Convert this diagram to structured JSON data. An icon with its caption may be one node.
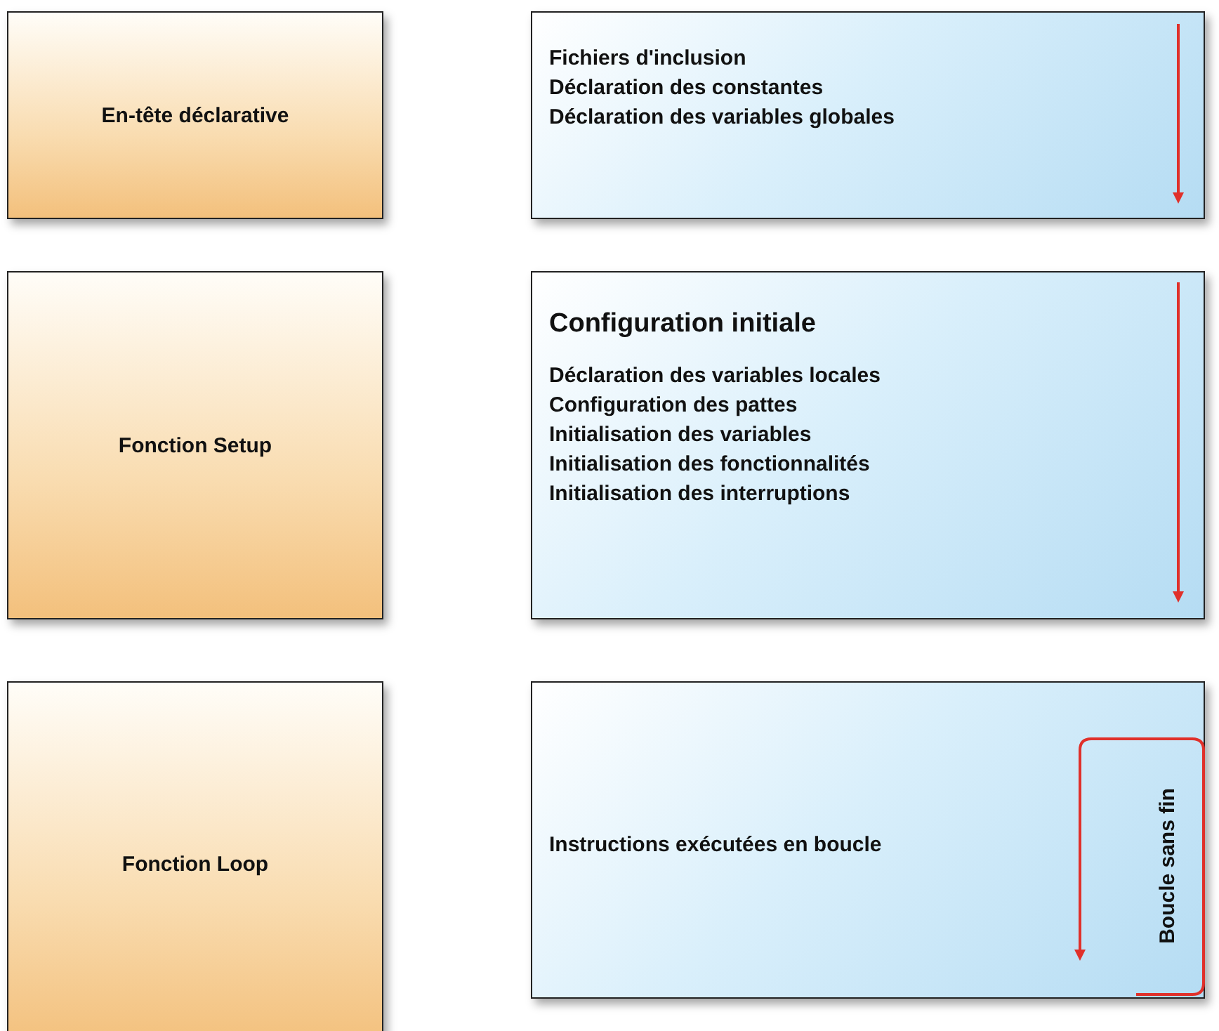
{
  "diagram": {
    "nodes": [
      {
        "text": [
          "En-tête déclarative"
        ]
      },
      {
        "text": [
          "Fichiers d'inclusion",
          "Déclaration des constantes",
          "Déclaration des variables globales"
        ]
      },
      {
        "text": [
          "Fonction Setup"
        ]
      },
      {
        "text": [
          "Configuration initiale",
          "Déclaration des variables locales",
          "Configuration des pattes",
          "Initialisation des variables",
          "Initialisation des fonctionnalités",
          "Initialisation des interruptions"
        ]
      },
      {
        "text": [
          "Fonction Loop"
        ]
      },
      {
        "text": [
          "Instructions exécutées en boucle",
          "Boucle sans fin"
        ]
      }
    ]
  }
}
